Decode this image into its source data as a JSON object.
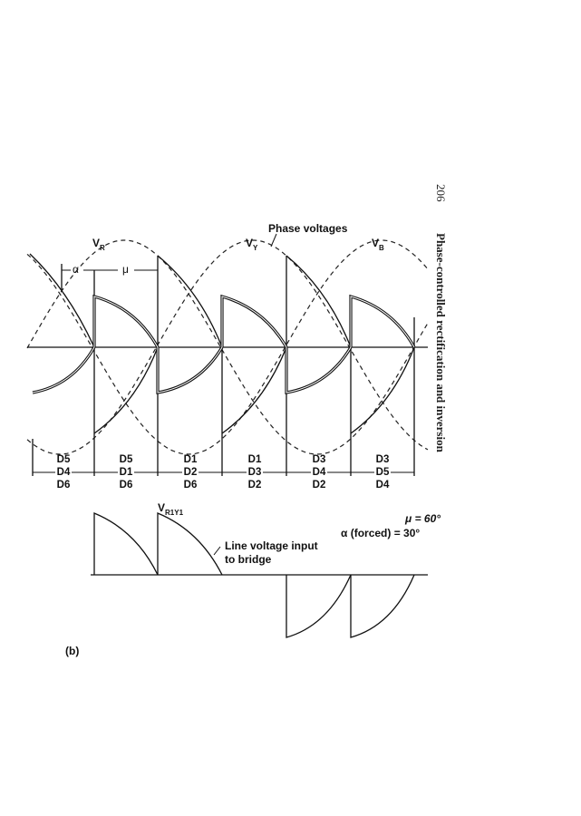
{
  "page": {
    "number": "206",
    "running_head": "Phase-controlled rectification and inversion"
  },
  "figure": {
    "panel_label": "(b)",
    "labels": {
      "v_r": "V",
      "v_r_sub": "R",
      "v_y": "V",
      "v_y_sub": "Y",
      "v_b": "V",
      "v_b_sub": "B",
      "phase_voltages": "Phase voltages",
      "alpha": "α",
      "mu": "μ",
      "v_r1y1": "V",
      "v_r1y1_sub": "R1Y1",
      "line_voltage_1": "Line voltage input",
      "line_voltage_2": "to bridge",
      "mu_value": "μ = 60°",
      "alpha_value": "α (forced) = 30°"
    },
    "diode_intervals": [
      {
        "top": "D5",
        "mid": "D4",
        "bottom": "D6"
      },
      {
        "top": "D5",
        "mid": "D1",
        "bottom": "D6"
      },
      {
        "top": "D1",
        "mid": "D2",
        "bottom": "D6"
      },
      {
        "top": "D1",
        "mid": "D3",
        "bottom": "D2"
      },
      {
        "top": "D3",
        "mid": "D4",
        "bottom": "D2"
      },
      {
        "top": "D3",
        "mid": "D5",
        "bottom": "D4"
      }
    ]
  }
}
